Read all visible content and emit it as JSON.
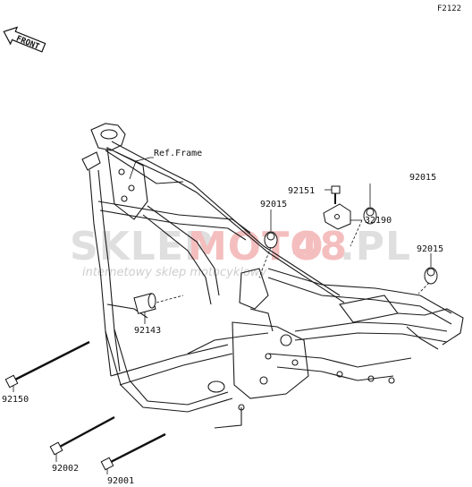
{
  "figure_code": "F2122",
  "front_label": "FRONT",
  "ref_frame_label": "Ref.Frame",
  "parts": {
    "p92015_a": "92015",
    "p92015_b": "92015",
    "p92015_c": "92015",
    "p92151": "92151",
    "p32190": "32190",
    "p92143": "92143",
    "p92150": "92150",
    "p92002": "92002",
    "p92001": "92001"
  },
  "watermark": {
    "part1": "SKLEP",
    "part2": "MOTO",
    "part3": "48",
    "part4": ".PL",
    "tagline": "internetowy sklep motocyklowy",
    "colors": {
      "gray": "#d8d8d8",
      "red": "#f2b3b3"
    }
  }
}
